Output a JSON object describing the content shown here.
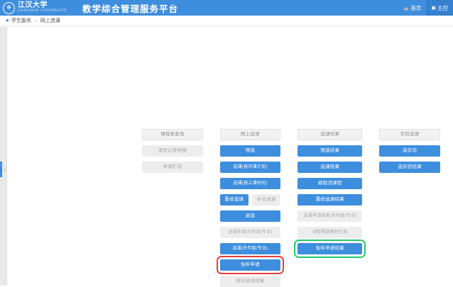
{
  "header": {
    "logo_cn": "江汉大学",
    "logo_en": "JIANGHAN  UNIVERSITY",
    "logo_icon": "university-emblem-icon",
    "title": "教学综合管理服务平台",
    "nav": [
      {
        "label": "首页",
        "icon": "home-icon",
        "active": false
      },
      {
        "label": "主控",
        "icon": "dashboard-icon",
        "active": true
      }
    ]
  },
  "breadcrumb": {
    "pin_icon": "location-pin-icon",
    "items": [
      "学生服务",
      "网上选课"
    ],
    "separator": "→"
  },
  "rail": {
    "collapse_icon": "chevron-left-icon"
  },
  "columns": [
    {
      "header": "课程表查询",
      "buttons": [
        {
          "label": "课程公排明细",
          "style": "muted"
        },
        {
          "label": "申请扩容",
          "style": "muted"
        }
      ]
    },
    {
      "header": "网上选课",
      "buttons": [
        {
          "label": "预选",
          "style": "primary"
        },
        {
          "label": "选课(按开课计划)",
          "style": "primary"
        },
        {
          "label": "选课(按上课时间)",
          "style": "primary"
        },
        {
          "label": "重修选课",
          "style": "primary",
          "pair_with": "补修选课"
        },
        {
          "label": "退选",
          "style": "primary"
        },
        {
          "label": "选课申请(外年级/专业)",
          "style": "muted"
        },
        {
          "label": "选课(外年级/专业)",
          "style": "primary"
        },
        {
          "label": "免听申请",
          "style": "primary",
          "mark": "red"
        },
        {
          "label": "核对选课结果",
          "style": "muted"
        }
      ]
    },
    {
      "header": "选课结果",
      "buttons": [
        {
          "label": "预选结果",
          "style": "primary"
        },
        {
          "label": "选课结果",
          "style": "primary"
        },
        {
          "label": "被取消课程",
          "style": "primary"
        },
        {
          "label": "重修选课结果",
          "style": "primary"
        },
        {
          "label": "选课申请结果(外年级/专业)",
          "style": "muted"
        },
        {
          "label": "调整需要教材信息",
          "style": "muted"
        },
        {
          "label": "免听申请结果",
          "style": "primary",
          "mark": "green"
        }
      ]
    },
    {
      "header": "实验选课",
      "buttons": [
        {
          "label": "选实验",
          "style": "primary"
        },
        {
          "label": "选实验结果",
          "style": "primary"
        }
      ]
    }
  ],
  "colors": {
    "brand_blue": "#3e8ede",
    "muted_gray": "#ededed",
    "mark_red": "#ee3b3b",
    "mark_green": "#23cc6a"
  }
}
